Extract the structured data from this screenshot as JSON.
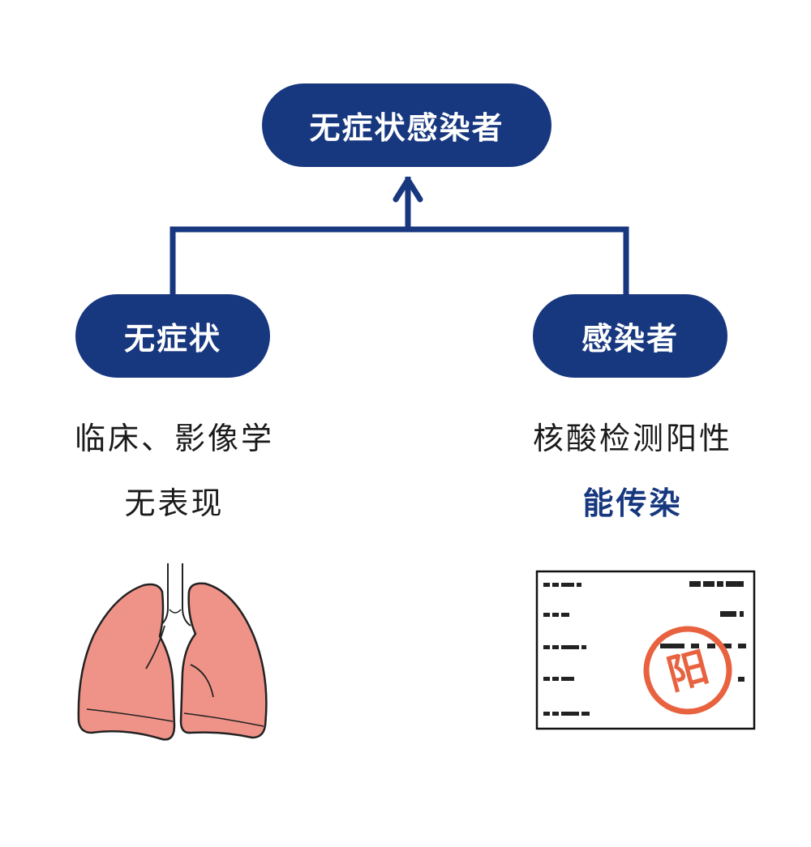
{
  "diagram": {
    "root": {
      "label": "无症状感染者"
    },
    "left": {
      "label": "无症状",
      "description_line1": "临床、影像学",
      "description_line2": "无表现"
    },
    "right": {
      "label": "感染者",
      "description_line1": "核酸检测阳性",
      "description_line2": "能传染"
    },
    "stamp_text": "阳"
  },
  "colors": {
    "primary": "#17377f",
    "lung": "#ef9388",
    "stamp": "#e8623f"
  },
  "icons": {
    "left": "lungs-icon",
    "right": "test-report-icon"
  }
}
